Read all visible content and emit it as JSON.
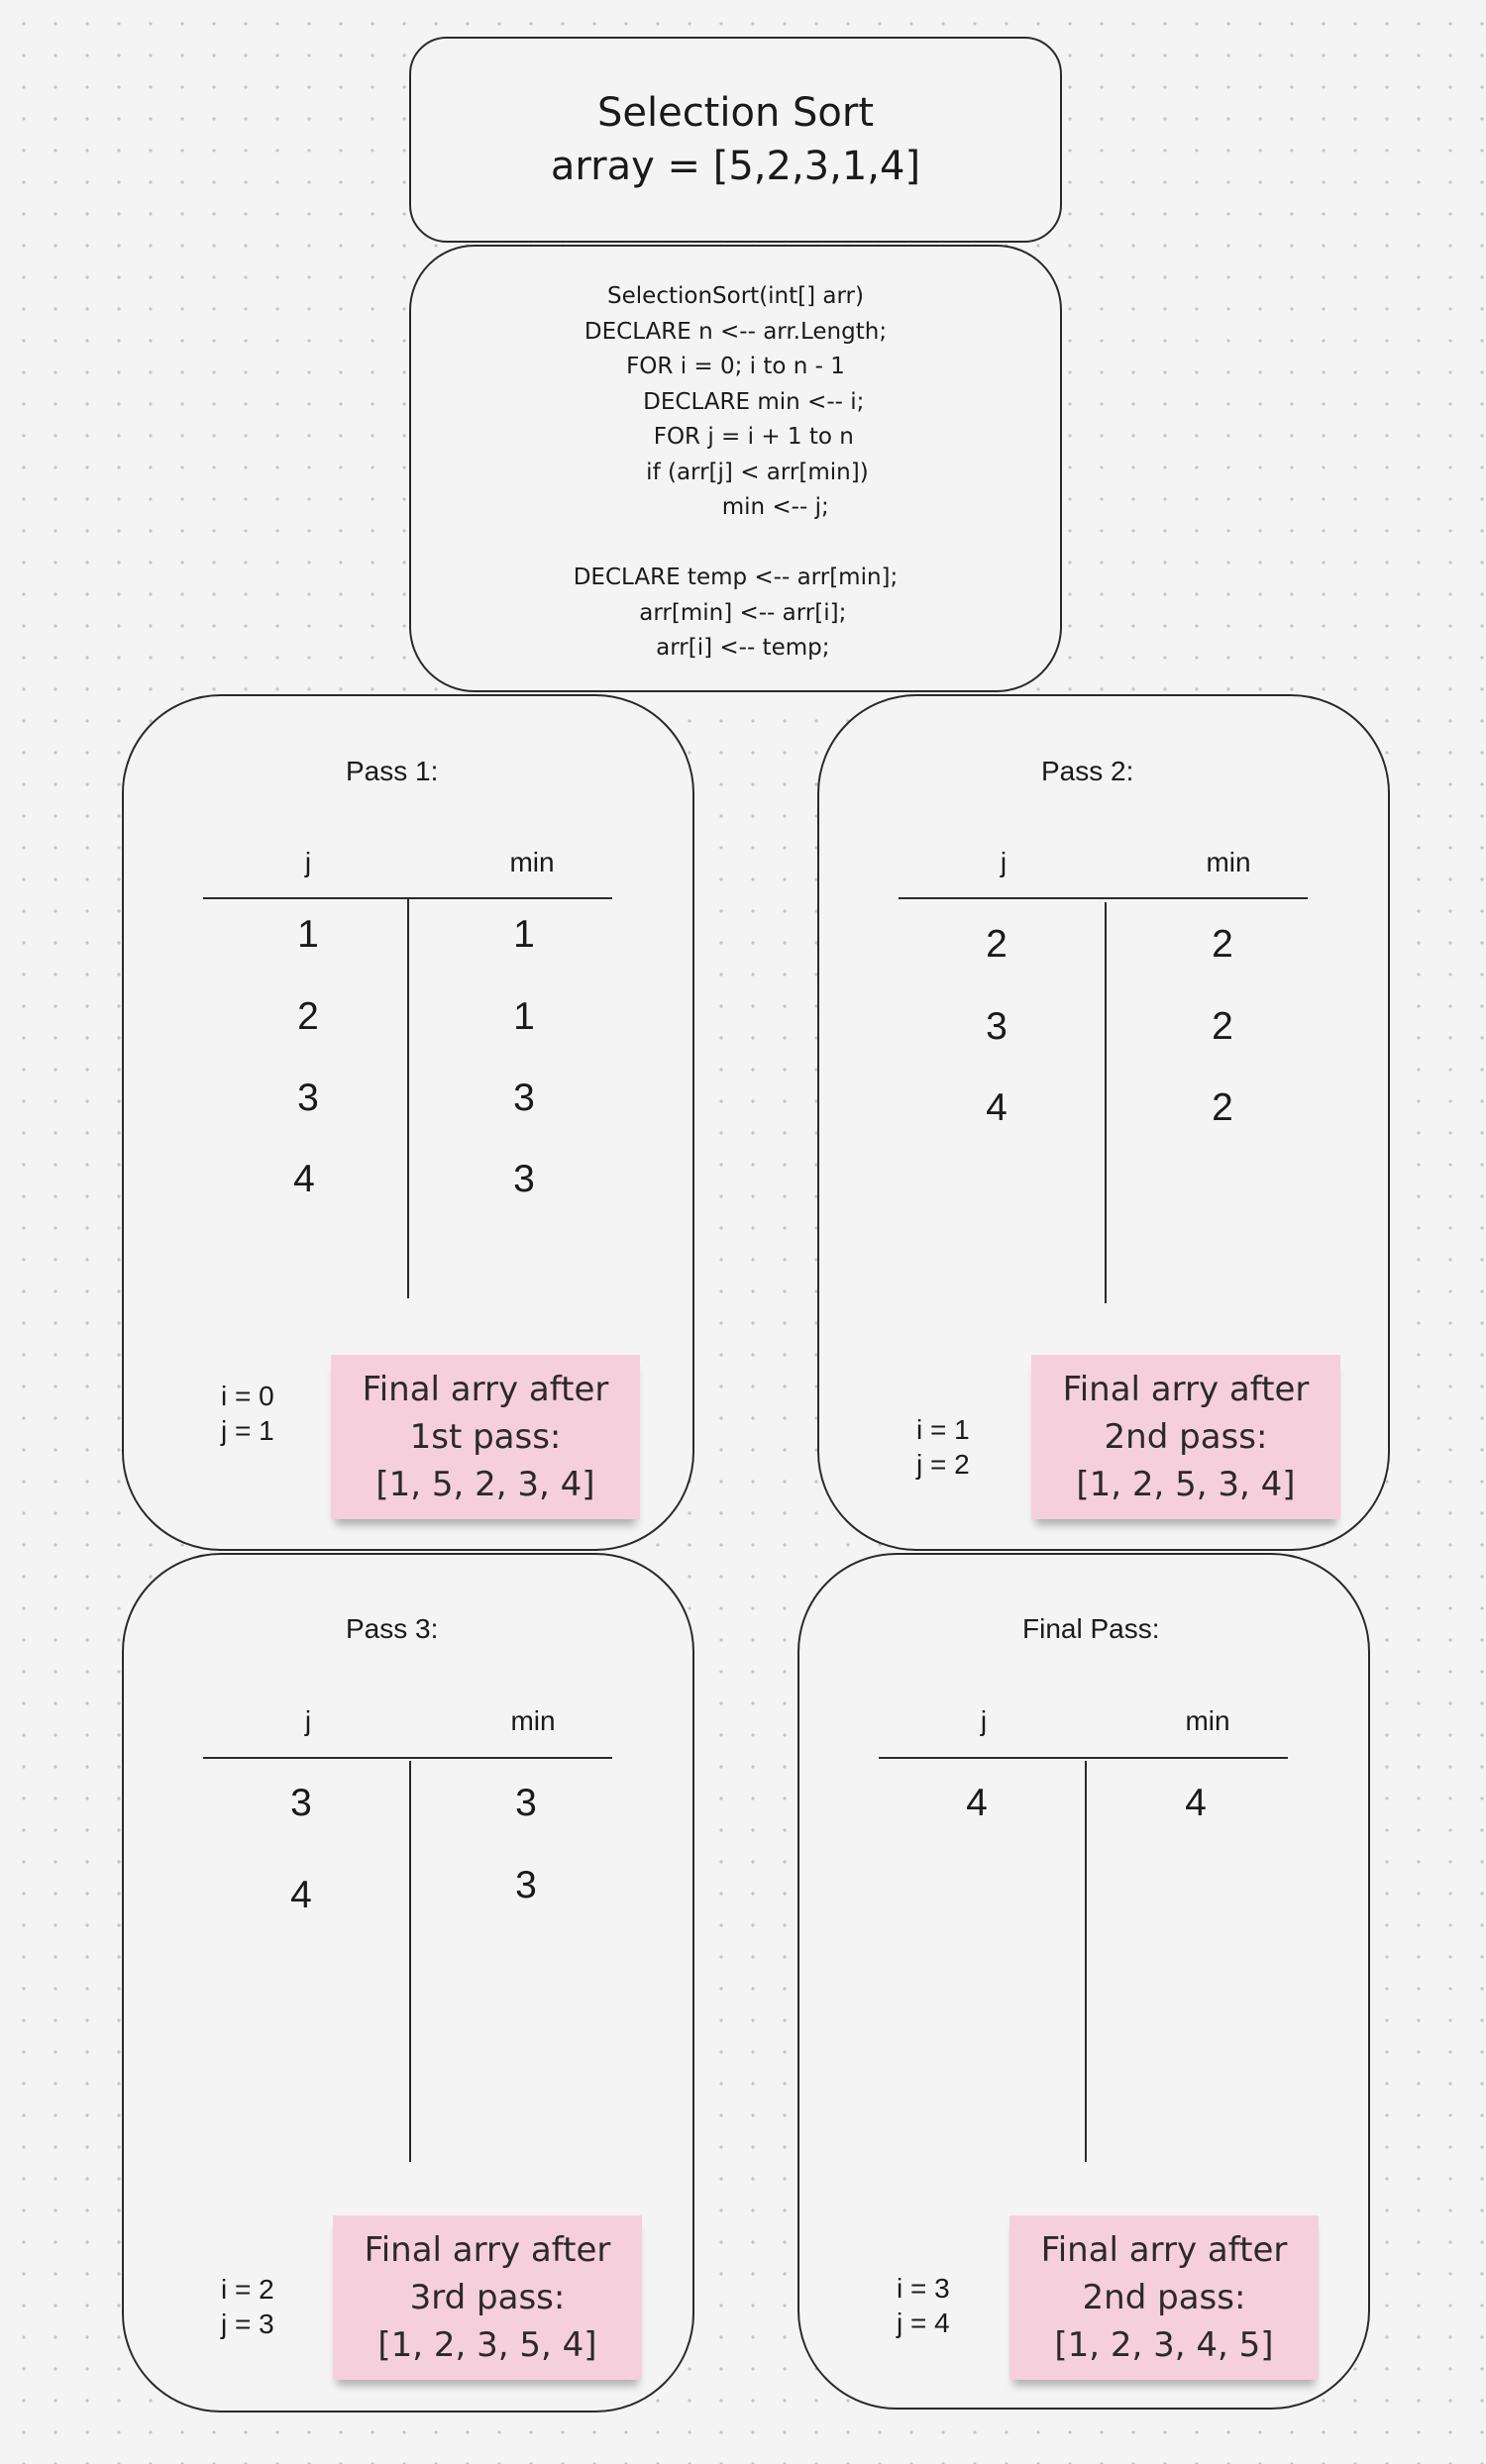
{
  "header": {
    "title": "Selection Sort",
    "array": "array = [5,2,3,1,4]"
  },
  "pseudocode": "SelectionSort(int[] arr)\nDECLARE n <-- arr.Length;\nFOR i = 0; i to n - 1\n     DECLARE min <-- i;\n     FOR j = i + 1 to n\n      if (arr[j] < arr[min])\n           min <-- j;\n\nDECLARE temp <-- arr[min];\n  arr[min] <-- arr[i];\n  arr[i] <-- temp;",
  "passes": [
    {
      "title": "Pass 1:",
      "col_j": "j",
      "col_min": "min",
      "rows": [
        [
          "1",
          "1"
        ],
        [
          "2",
          "1"
        ],
        [
          "3",
          "3"
        ],
        [
          "4",
          "3"
        ]
      ],
      "i_label": "i = 0",
      "j_label": "j = 1",
      "note": "Final arry after\n1st pass:\n[1, 5, 2, 3, 4]"
    },
    {
      "title": "Pass 2:",
      "col_j": "j",
      "col_min": "min",
      "rows": [
        [
          "2",
          "2"
        ],
        [
          "3",
          "2"
        ],
        [
          "4",
          "2"
        ]
      ],
      "i_label": "i = 1",
      "j_label": "j = 2",
      "note": "Final arry after\n2nd pass:\n[1, 2, 5, 3, 4]"
    },
    {
      "title": "Pass 3:",
      "col_j": "j",
      "col_min": "min",
      "rows": [
        [
          "3",
          "3"
        ],
        [
          "4",
          "3"
        ]
      ],
      "i_label": "i = 2",
      "j_label": "j = 3",
      "note": "Final arry after\n3rd pass:\n[1, 2, 3, 5, 4]"
    },
    {
      "title": "Final Pass:",
      "col_j": "j",
      "col_min": "min",
      "rows": [
        [
          "4",
          "4"
        ]
      ],
      "i_label": "i = 3",
      "j_label": "j = 4",
      "note": "Final arry after\n2nd pass:\n[1, 2, 3, 4, 5]"
    }
  ],
  "colors": {
    "sticky_note": "#f6cfdc",
    "stroke": "#2a2a2a",
    "canvas": "#f4f4f4"
  }
}
